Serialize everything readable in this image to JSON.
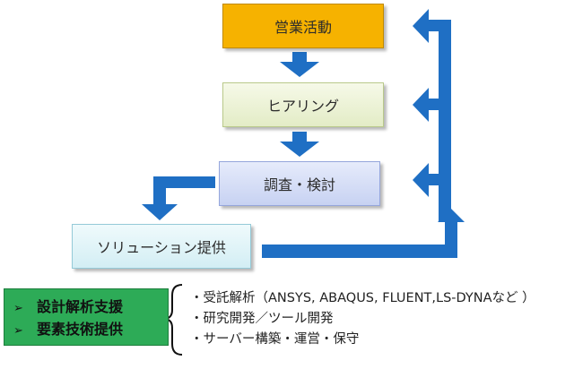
{
  "flow": {
    "step1": "営業活動",
    "step2": "ヒアリング",
    "step3": "調査・検討",
    "step4": "ソリューション提供"
  },
  "services": {
    "check_icon": "➢",
    "items": [
      "設計解析支援",
      "要素技術提供"
    ]
  },
  "details": {
    "items": [
      "・受託解析（ANSYS, ABAQUS, FLUENT,LS-DYNAなど ）",
      "・研究開発／ツール開発",
      "・サーバー構築・運営・保守"
    ]
  },
  "colors": {
    "arrow_blue": "#1f6fc4",
    "sales_box": "#f6b200",
    "services_box": "#2dab57"
  }
}
